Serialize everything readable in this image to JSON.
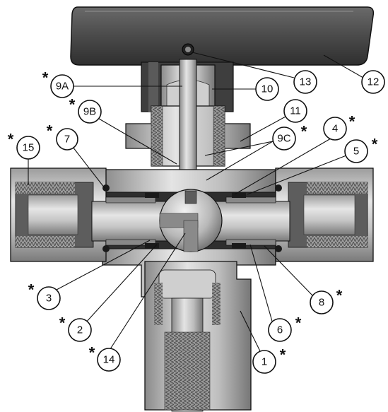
{
  "callouts": [
    {
      "id": "15",
      "label": "15",
      "starred": true
    },
    {
      "id": "7",
      "label": "7",
      "starred": true
    },
    {
      "id": "9b",
      "label": "9B",
      "starred": true
    },
    {
      "id": "9a",
      "label": "9A",
      "starred": true
    },
    {
      "id": "13",
      "label": "13",
      "starred": false
    },
    {
      "id": "12",
      "label": "12",
      "starred": false
    },
    {
      "id": "10",
      "label": "10",
      "starred": false
    },
    {
      "id": "11",
      "label": "11",
      "starred": false
    },
    {
      "id": "9c",
      "label": "9C",
      "starred": true
    },
    {
      "id": "4",
      "label": "4",
      "starred": true
    },
    {
      "id": "5",
      "label": "5",
      "starred": true
    },
    {
      "id": "3",
      "label": "3",
      "starred": true
    },
    {
      "id": "2",
      "label": "2",
      "starred": true
    },
    {
      "id": "14",
      "label": "14",
      "starred": true
    },
    {
      "id": "8",
      "label": "8",
      "starred": true
    },
    {
      "id": "6",
      "label": "6",
      "starred": true
    },
    {
      "id": "1",
      "label": "1",
      "starred": true
    }
  ],
  "star_glyph": "*",
  "colors": {
    "handle": "#4a4a4a",
    "body_light": "#dcdcdc",
    "body_mid": "#b5b5b5",
    "body_dark": "#7c7c7c",
    "cavity": "#2e2e2e",
    "outline": "#111111"
  }
}
